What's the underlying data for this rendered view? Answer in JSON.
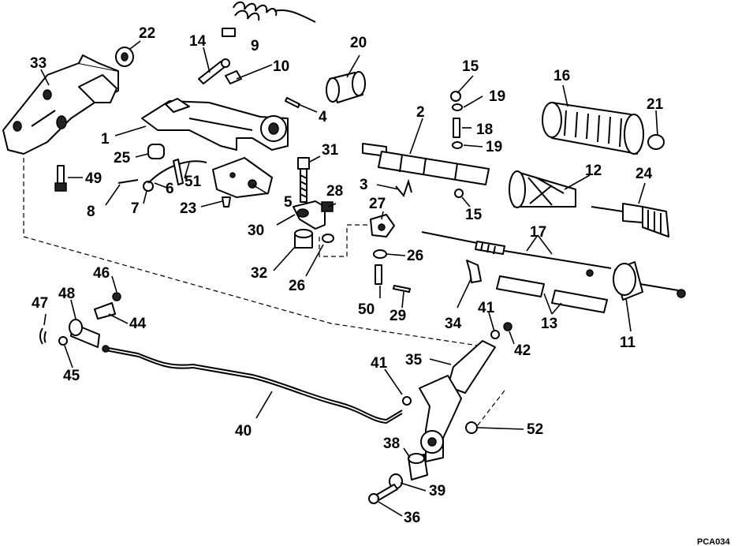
{
  "labels": {
    "p1": "1",
    "p2": "2",
    "p3": "3",
    "p4": "4",
    "p5": "5",
    "p6": "6",
    "p7": "7",
    "p8": "8",
    "p9": "9",
    "p10": "10",
    "p11": "11",
    "p12": "12",
    "p13": "13",
    "p14": "14",
    "p15a": "15",
    "p15b": "15",
    "p16": "16",
    "p17": "17",
    "p18": "18",
    "p19a": "19",
    "p19b": "19",
    "p20": "20",
    "p21": "21",
    "p22": "22",
    "p23": "23",
    "p24": "24",
    "p25": "25",
    "p26a": "26",
    "p26b": "26",
    "p27": "27",
    "p28": "28",
    "p29": "29",
    "p30": "30",
    "p31": "31",
    "p32": "32",
    "p33": "33",
    "p34": "34",
    "p35": "35",
    "p36": "36",
    "p38": "38",
    "p39": "39",
    "p40": "40",
    "p41a": "41",
    "p41b": "41",
    "p42": "42",
    "p44": "44",
    "p45": "45",
    "p46": "46",
    "p47": "47",
    "p48": "48",
    "p49": "49",
    "p50": "50",
    "p51": "51",
    "p52": "52"
  },
  "figure_code": "PCA034"
}
